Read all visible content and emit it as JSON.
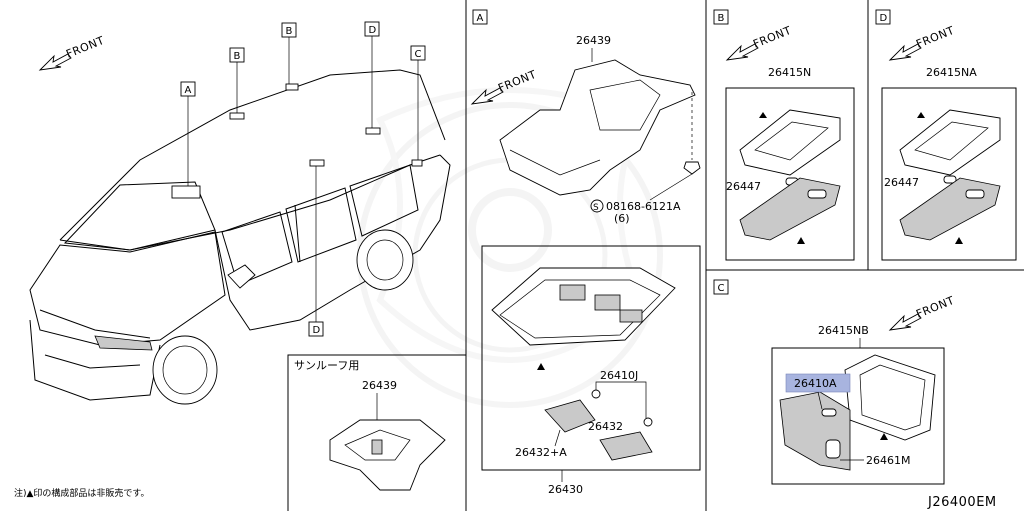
{
  "diagram": {
    "front_label": "FRONT",
    "callouts": {
      "a": "A",
      "b": "B",
      "c": "C",
      "d": "D"
    },
    "panel_a": {
      "tag": "A",
      "parts": {
        "bracket": "26439",
        "screw": "08168-6121A",
        "screw_qty": "(6)",
        "screw_symbol": "S",
        "lamp_assy": "26430",
        "bulb_pair": "26410J",
        "lens_right": "26432",
        "lens_left": "26432+A"
      }
    },
    "panel_sunroof": {
      "title": "サンルーフ用",
      "part": "26439"
    },
    "panel_b": {
      "tag": "B",
      "lamp": "26415N",
      "bulb": "26447"
    },
    "panel_d": {
      "tag": "D",
      "lamp": "26415NA",
      "bulb": "26447"
    },
    "panel_c": {
      "tag": "C",
      "lamp": "26415NB",
      "bulb": "26410A",
      "lens": "26461M"
    },
    "note": "注)▲印の構成部品は非販売です。",
    "drawing_code": "J26400EM",
    "colors": {
      "highlight": "#a8b4df",
      "line": "#000000",
      "watermark": "#ececec"
    }
  }
}
